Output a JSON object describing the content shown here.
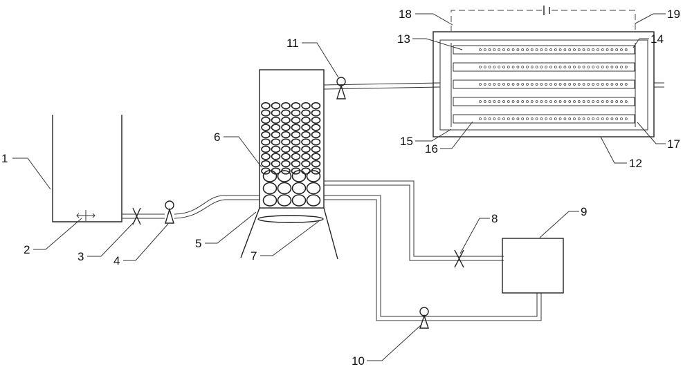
{
  "labels": [
    "1",
    "2",
    "3",
    "4",
    "5",
    "6",
    "7",
    "8",
    "9",
    "10",
    "11",
    "12",
    "13",
    "14",
    "15",
    "16",
    "17",
    "18",
    "19"
  ],
  "colors": {
    "stroke": "#222222",
    "dashed": "#666666",
    "background": "#ffffff"
  }
}
